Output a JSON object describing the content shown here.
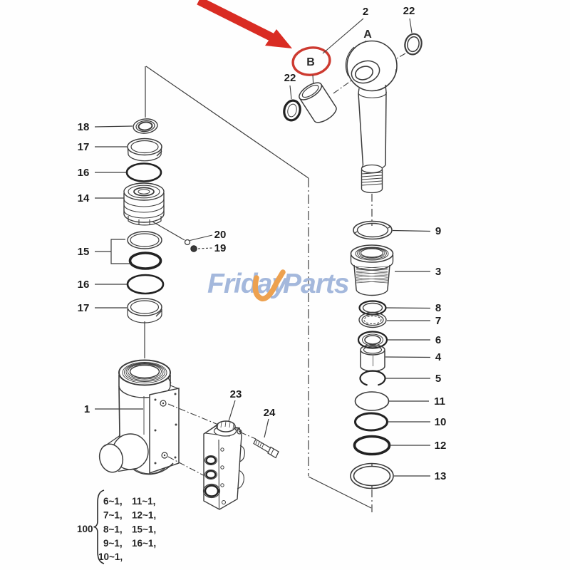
{
  "labels": {
    "p1": "1",
    "p2": "2",
    "p3": "3",
    "p4": "4",
    "p5": "5",
    "p6": "6",
    "p7": "7",
    "p8": "8",
    "p9": "9",
    "p10": "10",
    "p11": "11",
    "p12": "12",
    "p13": "13",
    "p14": "14",
    "p15": "15",
    "p16a": "16",
    "p16b": "16",
    "p17a": "17",
    "p17b": "17",
    "p18": "18",
    "p19": "19",
    "p20": "20",
    "p22a": "22",
    "p22b": "22",
    "p23": "23",
    "p24": "24",
    "ref_a": "A",
    "ref_b": "B"
  },
  "highlight": {
    "arrow_color": "#d92c23",
    "circle_color": "#cd3a30",
    "circled_reference": "B"
  },
  "watermark": {
    "left": "Friday",
    "right": "Parts",
    "blue": "#a4b8dc",
    "orange": "#eda14f",
    "swoosh": "check-swoosh"
  },
  "parts_list": {
    "group": "100",
    "rows": [
      [
        "6~1,",
        "11~1,"
      ],
      [
        "7~1,",
        "12~1,"
      ],
      [
        "8~1,",
        "15~1,"
      ],
      [
        "9~1,",
        "16~1,"
      ],
      [
        "10~1,",
        ""
      ]
    ]
  }
}
